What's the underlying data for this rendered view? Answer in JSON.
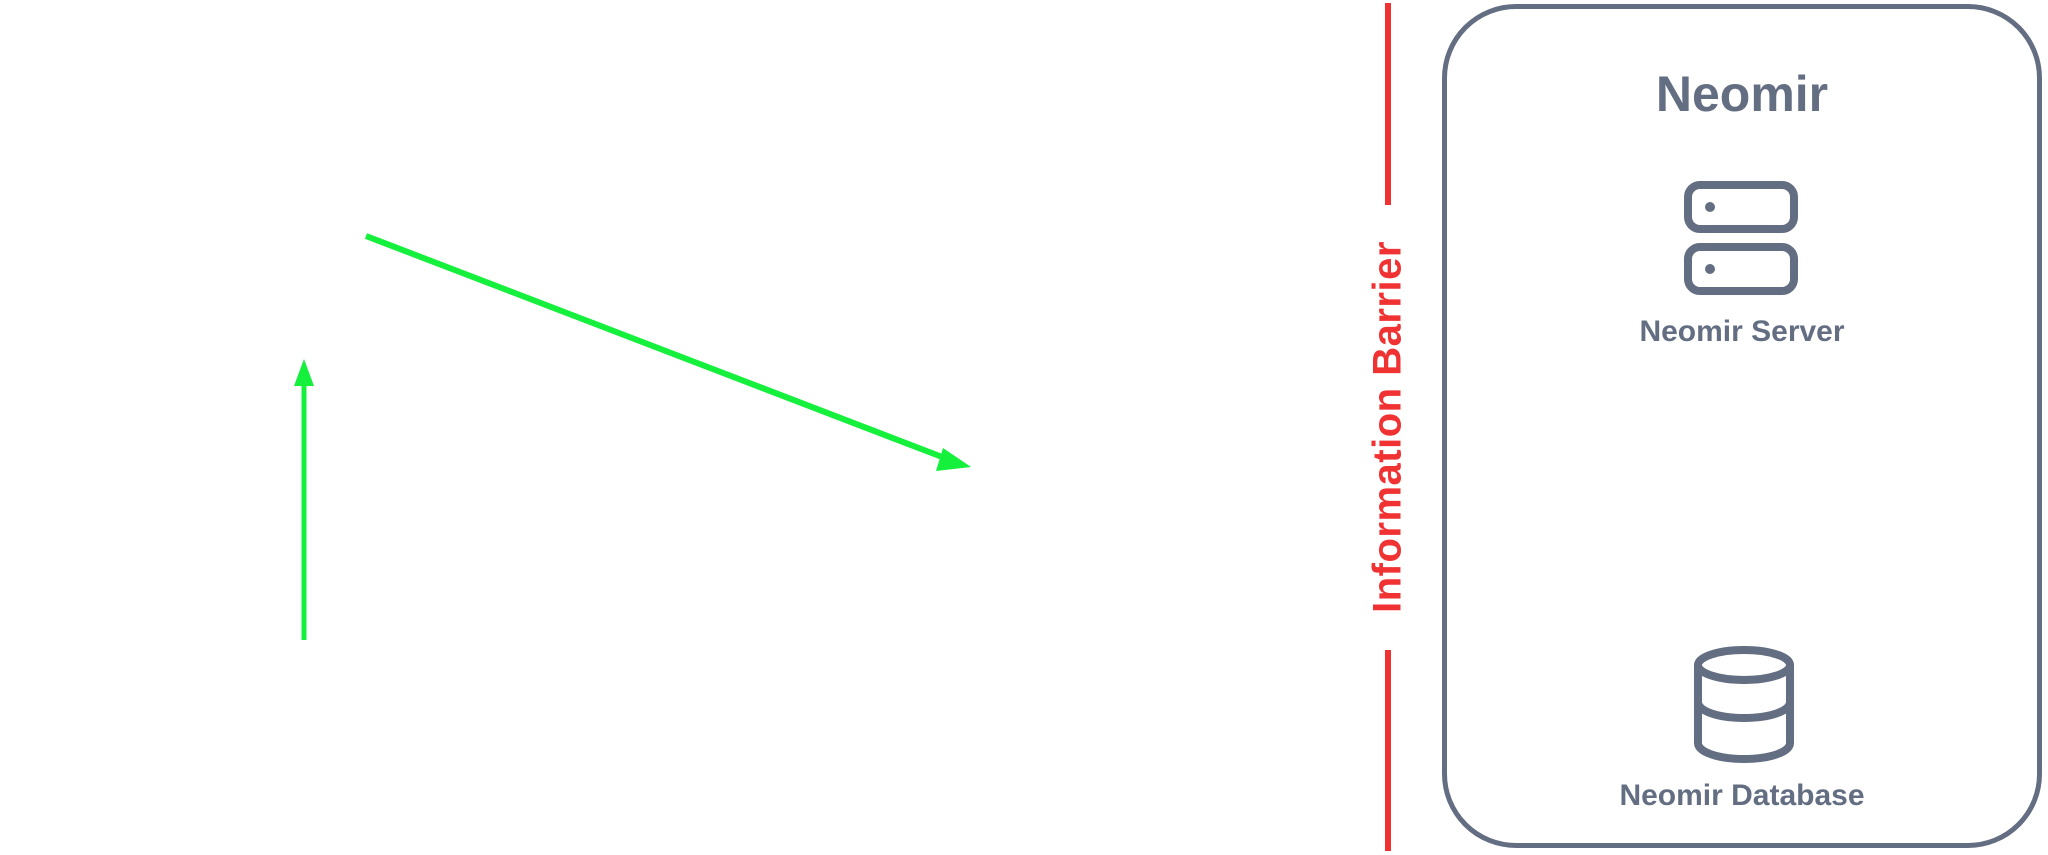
{
  "diagram": {
    "barrier": {
      "label": "Information Barrier",
      "color": "#f03232"
    },
    "group": {
      "title": "Neomir",
      "border_color": "#646e82",
      "nodes": [
        {
          "label": "Neomir Server",
          "icon": "server-icon"
        },
        {
          "label": "Neomir Database",
          "icon": "database-icon"
        }
      ]
    },
    "arrows": [
      {
        "name": "vertical-arrow",
        "direction": "up",
        "color": "#14f03c"
      },
      {
        "name": "diagonal-arrow",
        "direction": "down-right",
        "color": "#14f03c"
      }
    ]
  }
}
